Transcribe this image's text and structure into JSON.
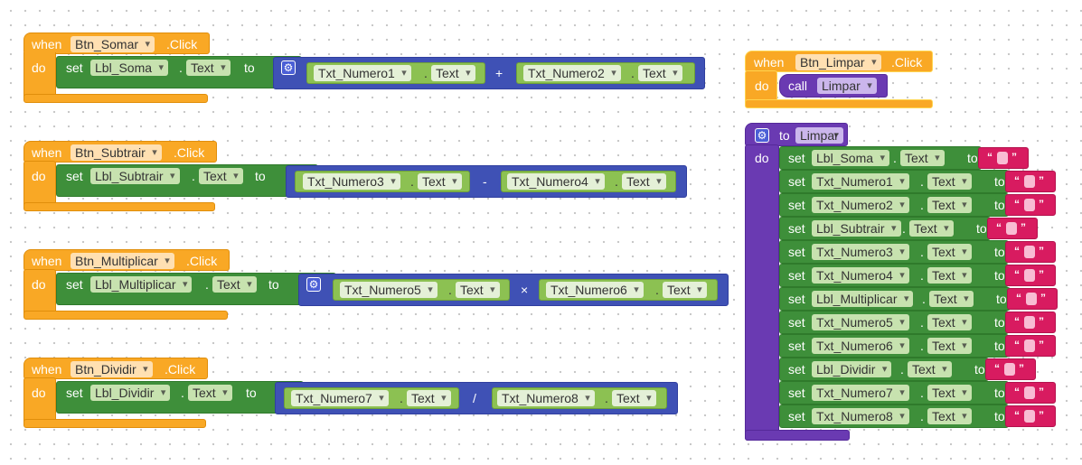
{
  "keywords": {
    "when": "when",
    "do": "do",
    "set": "set",
    "to": "to",
    "call": "call",
    "click": ".Click",
    "dot": "."
  },
  "events": {
    "somar": {
      "component": "Btn_Somar",
      "event": ".Click",
      "target": "Lbl_Soma",
      "property": "Text",
      "left": "Txt_Numero1",
      "left_prop": "Text",
      "op": "+",
      "right": "Txt_Numero2",
      "right_prop": "Text"
    },
    "subtrair": {
      "component": "Btn_Subtrair",
      "event": ".Click",
      "target": "Lbl_Subtrair",
      "property": "Text",
      "left": "Txt_Numero3",
      "left_prop": "Text",
      "op": "-",
      "right": "Txt_Numero4",
      "right_prop": "Text"
    },
    "multiplicar": {
      "component": "Btn_Multiplicar",
      "event": ".Click",
      "target": "Lbl_Multiplicar",
      "property": "Text",
      "left": "Txt_Numero5",
      "left_prop": "Text",
      "op": "×",
      "right": "Txt_Numero6",
      "right_prop": "Text"
    },
    "dividir": {
      "component": "Btn_Dividir",
      "event": ".Click",
      "target": "Lbl_Dividir",
      "property": "Text",
      "left": "Txt_Numero7",
      "left_prop": "Text",
      "op": "/",
      "right": "Txt_Numero8",
      "right_prop": "Text"
    },
    "limpar": {
      "component": "Btn_Limpar",
      "event": ".Click",
      "call_proc": "Limpar"
    }
  },
  "procedure": {
    "name": "Limpar",
    "sets": [
      {
        "component": "Lbl_Soma",
        "property": "Text"
      },
      {
        "component": "Txt_Numero1",
        "property": "Text"
      },
      {
        "component": "Txt_Numero2",
        "property": "Text"
      },
      {
        "component": "Lbl_Subtrair",
        "property": "Text"
      },
      {
        "component": "Txt_Numero3",
        "property": "Text"
      },
      {
        "component": "Txt_Numero4",
        "property": "Text"
      },
      {
        "component": "Lbl_Multiplicar",
        "property": "Text"
      },
      {
        "component": "Txt_Numero5",
        "property": "Text"
      },
      {
        "component": "Txt_Numero6",
        "property": "Text"
      },
      {
        "component": "Lbl_Dividir",
        "property": "Text"
      },
      {
        "component": "Txt_Numero7",
        "property": "Text"
      },
      {
        "component": "Txt_Numero8",
        "property": "Text"
      }
    ],
    "empty_open": "“",
    "empty_close": "”"
  },
  "colors": {
    "event": "#F9A825",
    "setter": "#3E8F3A",
    "math": "#3F51B5",
    "getter": "#8CC152",
    "procedure": "#6A3AB2",
    "string": "#D81B60"
  },
  "icons": {
    "mutator": "gear-icon",
    "dropdown": "chevron-down-icon"
  }
}
